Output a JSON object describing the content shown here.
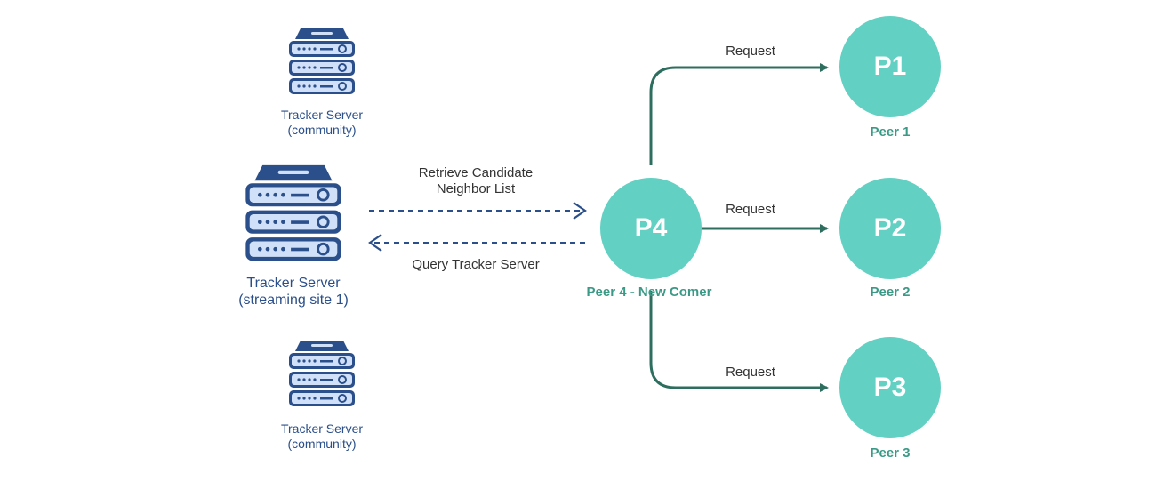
{
  "colors": {
    "server_dark": "#2b4f8a",
    "server_light": "#cfe0f8",
    "arrow_green": "#2d6e5e",
    "peer_fill": "#62d0c2",
    "peer_caption": "#3a9a86",
    "dashed_arrow": "#2b4f8a"
  },
  "servers": [
    {
      "icon": "server-icon",
      "label_lines": [
        "Tracker Server",
        "(community)"
      ]
    },
    {
      "icon": "server-icon",
      "label_lines": [
        "Tracker Server",
        "(streaming site 1)"
      ]
    },
    {
      "icon": "server-icon",
      "label_lines": [
        "Tracker Server",
        "(community)"
      ]
    }
  ],
  "edges": {
    "retrieve_lines": [
      "Retrieve Candidate",
      "Neighbor List"
    ],
    "query": "Query Tracker Server",
    "request": "Request"
  },
  "peers": {
    "p4": {
      "name": "P4",
      "caption": "Peer 4 - New Comer"
    },
    "p1": {
      "name": "P1",
      "caption": "Peer 1"
    },
    "p2": {
      "name": "P2",
      "caption": "Peer 2"
    },
    "p3": {
      "name": "P3",
      "caption": "Peer 3"
    }
  }
}
